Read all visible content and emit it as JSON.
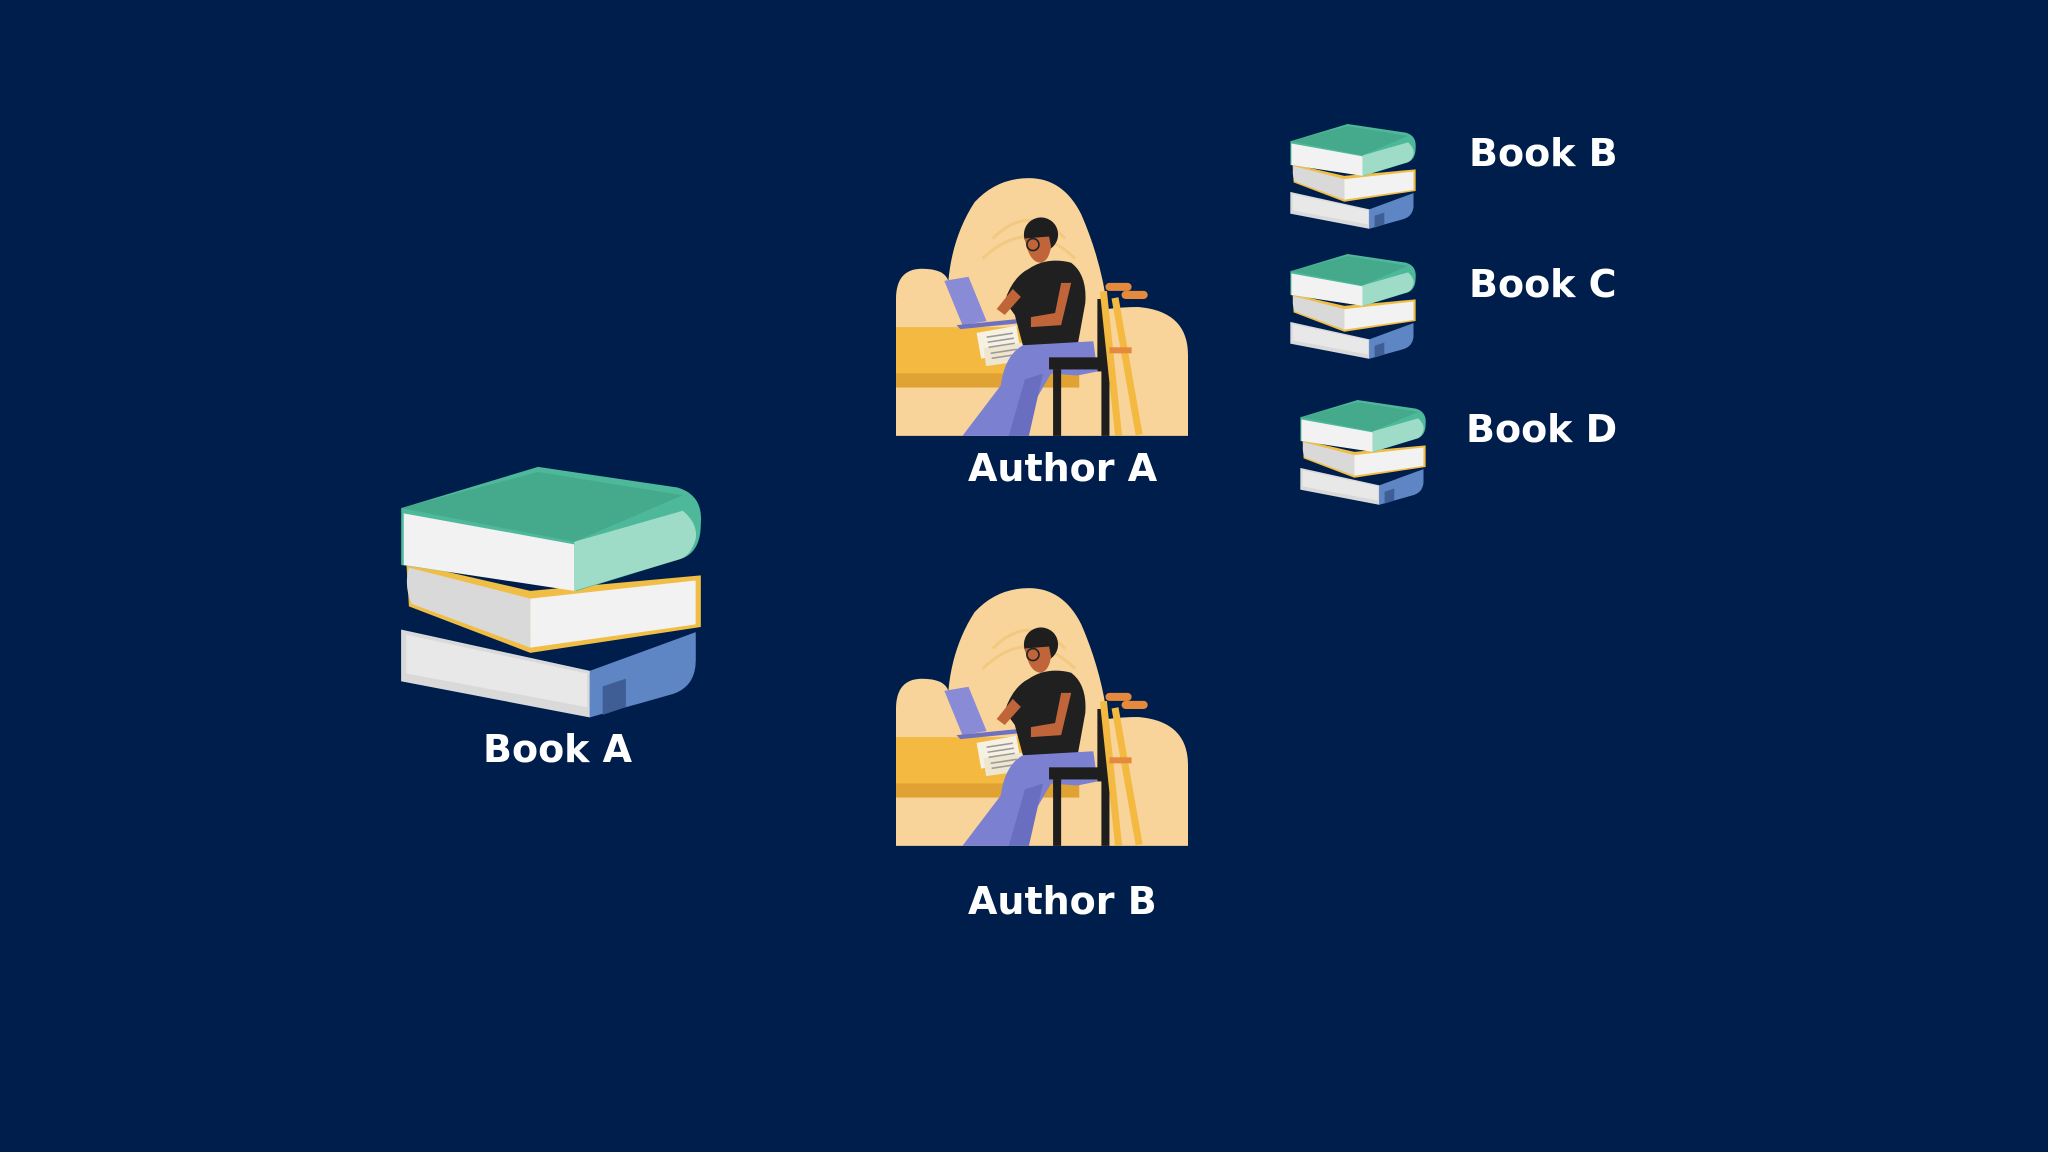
{
  "colors": {
    "background": "#001E4C",
    "label_text": "#FFFFFF",
    "book_green": "#4DB89A",
    "book_yellow": "#F1BE45",
    "book_blue": "#5F86C4",
    "panel_tan": "#F8D49A",
    "desk_yellow": "#F3B941"
  },
  "icons": {
    "book_stack": "book-stack-icon",
    "author": "author-at-desk-icon"
  },
  "books": [
    {
      "id": "book-a",
      "label": "Book A"
    },
    {
      "id": "book-b",
      "label": "Book B"
    },
    {
      "id": "book-c",
      "label": "Book C"
    },
    {
      "id": "book-d",
      "label": "Book D"
    }
  ],
  "authors": [
    {
      "id": "author-a",
      "label": "Author A"
    },
    {
      "id": "author-b",
      "label": "Author B"
    }
  ]
}
